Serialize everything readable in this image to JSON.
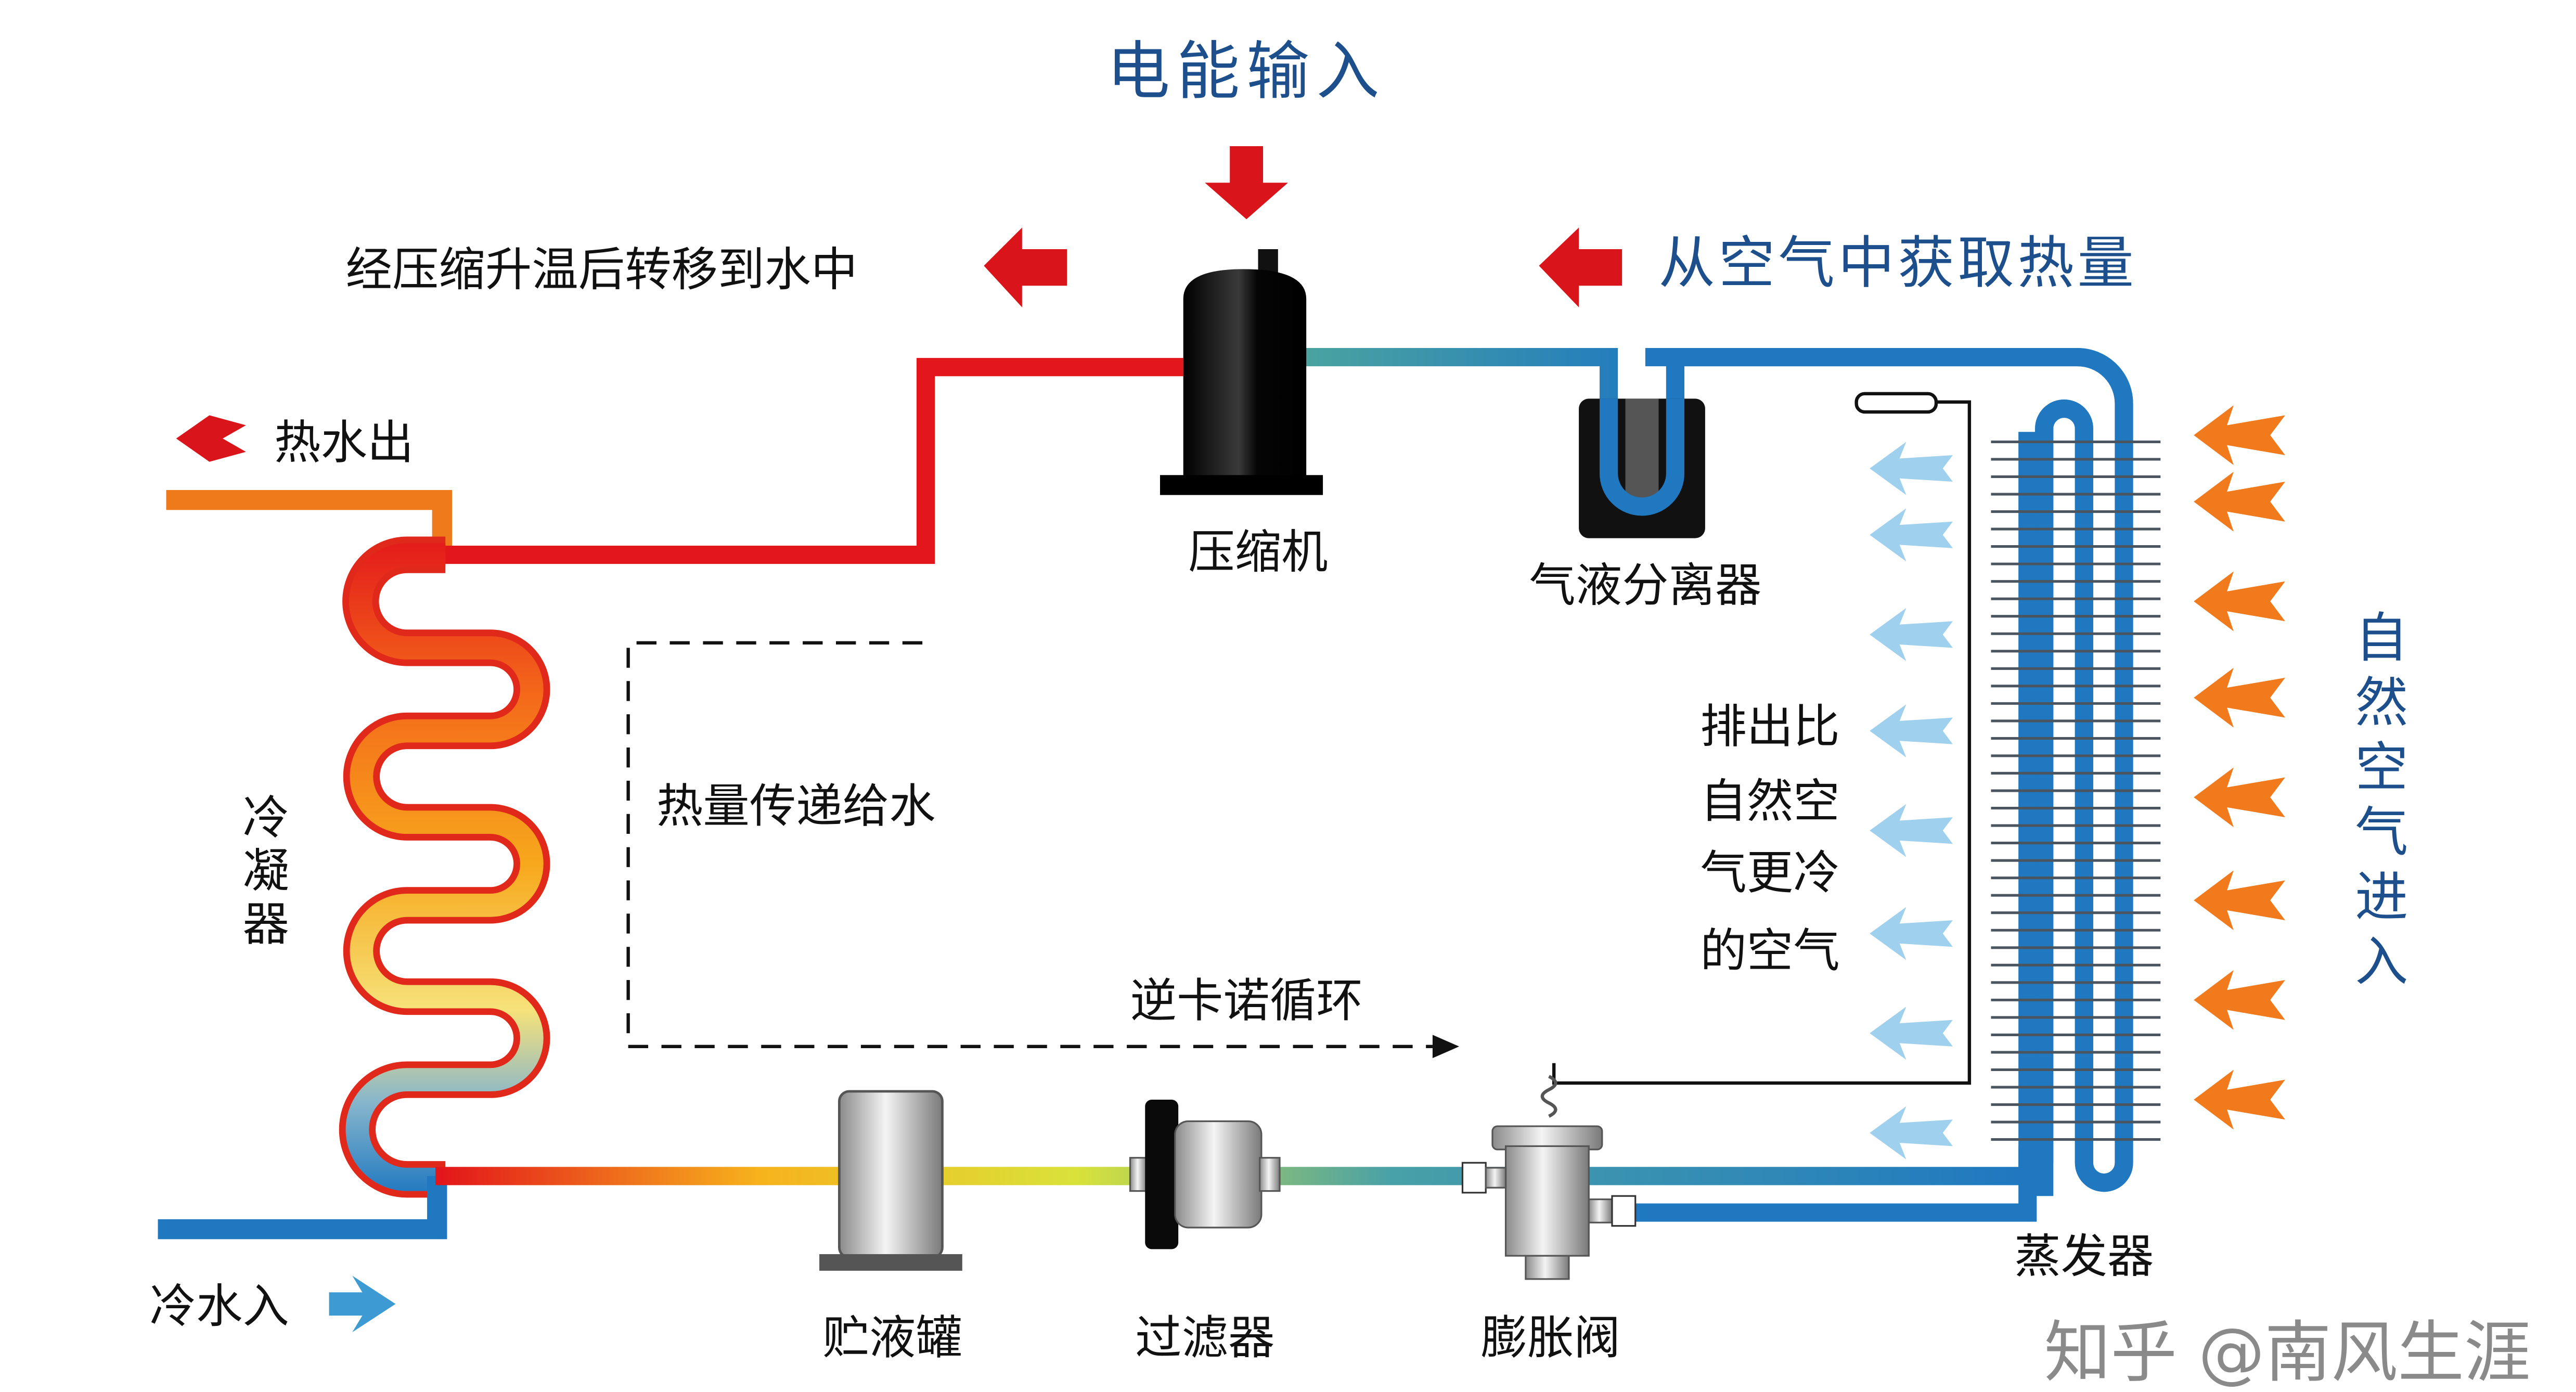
{
  "title": "电能输入",
  "labels": {
    "compress_to_water": "经压缩升温后转移到水中",
    "absorb_from_air": "从空气中获取热量",
    "hot_water_out": "热水出",
    "cold_water_in": "冷水入",
    "compressor": "压缩机",
    "separator": "气液分离器",
    "condenser": [
      "冷",
      "凝",
      "器"
    ],
    "heat_to_water": "热量传递给水",
    "reverse_carnot": "逆卡诺循环",
    "receiver": "贮液罐",
    "filter": "过滤器",
    "expansion_valve": "膨胀阀",
    "evaporator": "蒸发器",
    "cold_air_out": [
      "排出比",
      "自然空",
      "气更冷",
      "的空气"
    ],
    "air_in": [
      "自",
      "然",
      "空",
      "气",
      "进",
      "入"
    ]
  },
  "watermark": "知乎 @南风生涯",
  "colors": {
    "title_blue": "#1c4f8c",
    "hot_pipe": "#e0151b",
    "cold_pipe": "#1f78c0",
    "arrow_red": "#d9141a",
    "arrow_orange": "#f07a1c",
    "arrow_lightblue": "#9fd0ee"
  }
}
